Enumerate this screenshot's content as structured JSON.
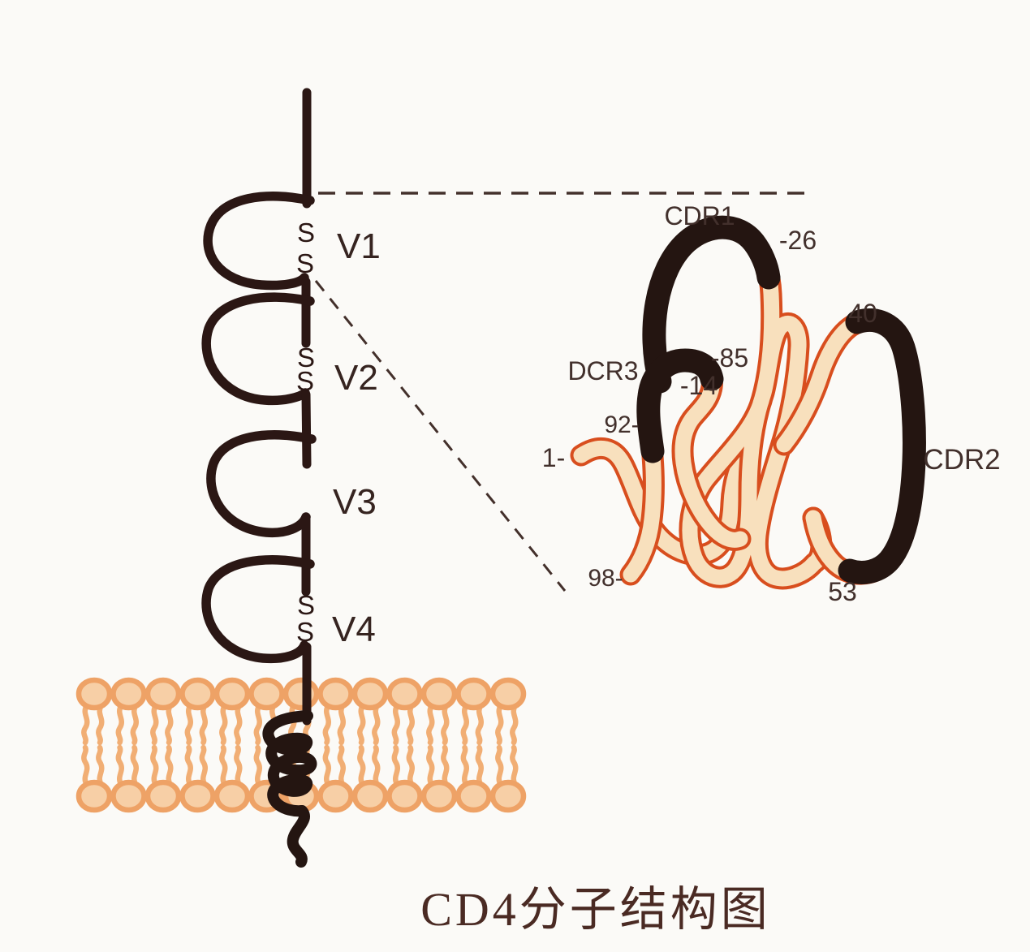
{
  "figure": {
    "title": "CD4分子结构图"
  },
  "molecule": {
    "s_label": "S",
    "domains": [
      {
        "label": "V1",
        "disulfide": "S-S"
      },
      {
        "label": "V2",
        "disulfide": "S-S"
      },
      {
        "label": "V3",
        "disulfide": ""
      },
      {
        "label": "V4",
        "disulfide": "S-S"
      }
    ]
  },
  "ribbon": {
    "cdr1_label": "CDR1",
    "cdr2_label": "CDR2",
    "cdr3_label": "DCR3",
    "residues": {
      "n_terminus": "1-",
      "r26": "-26",
      "r40": "40",
      "r53": "53",
      "r85": "-85",
      "r14": "-14",
      "r92": "92-",
      "c_terminus": "98-"
    }
  },
  "colors": {
    "background": "#fbfaf7",
    "backbone": "#2b1714",
    "ribbon_outline": "#d84e1e",
    "ribbon_fill": "#f8e0bd",
    "cdr_black": "#241511",
    "membrane_head_outline": "#eea266",
    "membrane_head_fill": "#f7cfa6",
    "membrane_tail": "#f1ae74",
    "label_color": "#42302c",
    "title_color": "#4a2a23"
  }
}
